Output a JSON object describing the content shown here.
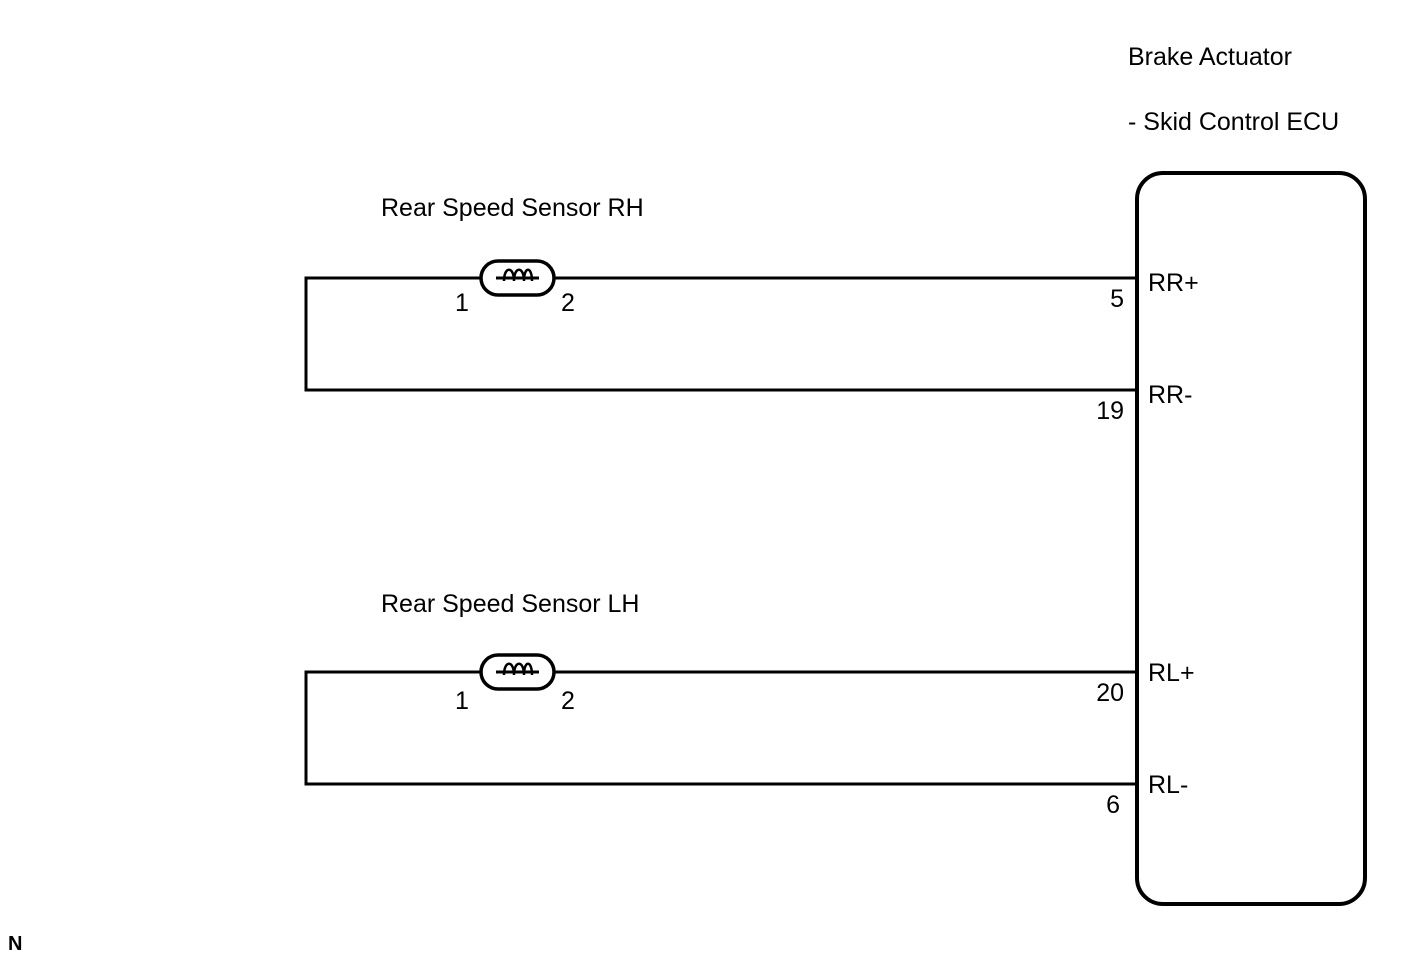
{
  "ecu": {
    "title_line1": "Brake Actuator",
    "title_line2": "- Skid Control ECU"
  },
  "sensor_rh": {
    "label": "Rear Speed Sensor RH",
    "pin1": "1",
    "pin2": "2"
  },
  "sensor_lh": {
    "label": "Rear Speed Sensor LH",
    "pin1": "1",
    "pin2": "2"
  },
  "terminals": {
    "rr_plus": {
      "pin": "5",
      "name": "RR+"
    },
    "rr_minus": {
      "pin": "19",
      "name": "RR-"
    },
    "rl_plus": {
      "pin": "20",
      "name": "RL+"
    },
    "rl_minus": {
      "pin": "6",
      "name": "RL-"
    }
  },
  "figure_code": "N"
}
